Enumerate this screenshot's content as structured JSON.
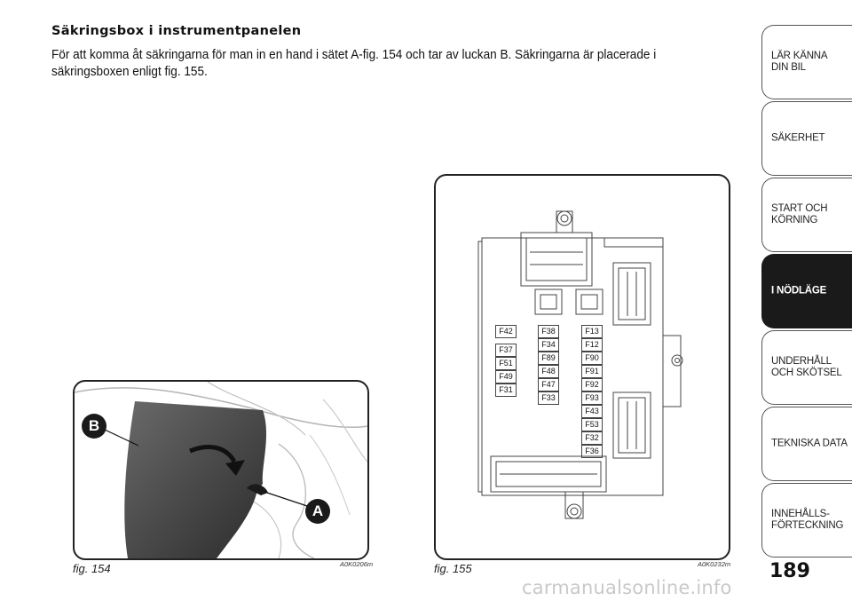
{
  "section": {
    "heading": "Säkringsbox i instrumentpanelen",
    "paragraph": "För att komma åt säkringarna för man in en hand i sätet A-fig. 154 och tar av luckan B. Säkringarna är placerade i säkringsboxen enligt fig. 155."
  },
  "figure154": {
    "caption": "fig. 154",
    "code": "A0K0206m",
    "labels": [
      "B",
      "A"
    ]
  },
  "figure155": {
    "caption": "fig. 155",
    "code": "A0K0232m",
    "fuse_columns": [
      [
        "F42",
        "F37",
        "F51",
        "F49",
        "F31"
      ],
      [
        "F38",
        "F34",
        "F89",
        "F48",
        "F47",
        "F33"
      ],
      [
        "F13",
        "F12",
        "F90",
        "F91",
        "F92",
        "F93",
        "F43",
        "F53",
        "F32",
        "F36"
      ]
    ]
  },
  "tabs": [
    {
      "label": "LÄR KÄNNA\nDIN BIL",
      "active": false
    },
    {
      "label": "SÄKERHET",
      "active": false
    },
    {
      "label": "START OCH\nKÖRNING",
      "active": false
    },
    {
      "label": "I NÖDLÄGE",
      "active": true
    },
    {
      "label": "UNDERHÅLL\nOCH SKÖTSEL",
      "active": false
    },
    {
      "label": "TEKNISKA DATA",
      "active": false
    },
    {
      "label": "INNEHÅLLS-\nFÖRTECKNING",
      "active": false
    }
  ],
  "page_number": "189",
  "watermark": "carmanualsonline.info",
  "colors": {
    "active_tab": "#1a1a1a",
    "tab_border": "#555555",
    "watermark": "#c9c9c9"
  }
}
